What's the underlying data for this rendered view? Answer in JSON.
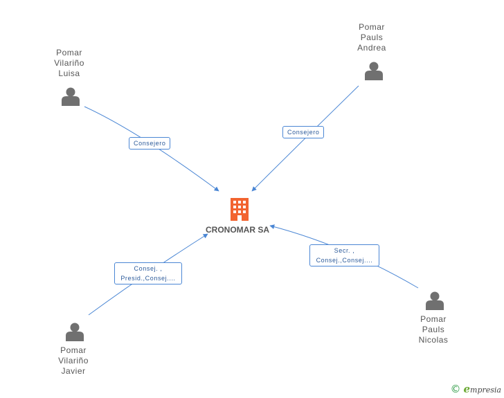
{
  "company": {
    "name": "CRONOMAR SA",
    "icon": "building-icon",
    "color": "#f26430"
  },
  "people": [
    {
      "id": "luisa",
      "lines": [
        "Pomar",
        "Vilariño",
        "Luisa"
      ]
    },
    {
      "id": "andrea",
      "lines": [
        "Pomar",
        "Pauls",
        "Andrea"
      ]
    },
    {
      "id": "javier",
      "lines": [
        "Pomar",
        "Vilariño",
        "Javier"
      ]
    },
    {
      "id": "nicolas",
      "lines": [
        "Pomar",
        "Pauls",
        "Nicolas"
      ]
    }
  ],
  "edges": [
    {
      "from": "luisa",
      "label": [
        "Consejero"
      ]
    },
    {
      "from": "andrea",
      "label": [
        "Consejero"
      ]
    },
    {
      "from": "javier",
      "label": [
        "Consej. ,",
        "Presid.,Consej...."
      ]
    },
    {
      "from": "nicolas",
      "label": [
        "Secr. ,",
        "Consej.,Consej...."
      ]
    }
  ],
  "colors": {
    "edge": "#4a86d4",
    "person_icon": "#707070",
    "text": "#555555"
  },
  "footer": {
    "copyright": "©",
    "brand_initial": "e",
    "brand_rest": "mpresia"
  }
}
